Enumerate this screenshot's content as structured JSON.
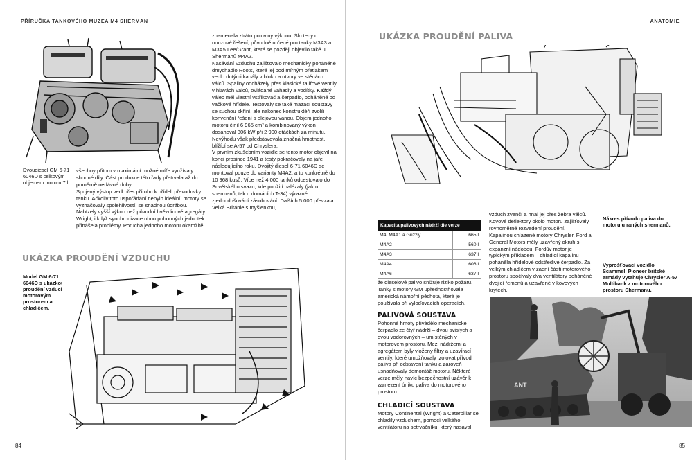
{
  "left_page": {
    "running_head": "PŘÍRUČKA TANKOVÉHO MUZEA M4 SHERMAN",
    "page_number": "84",
    "figure1_caption": "Dvoudiesel GM 6-71 6046D s celkovým objemem motoru 7 l.",
    "column1_text": "všechny přitom v maximální možné míře využívaly shodné díly. Část produkce této řady přetrvala až do poměrně nedávné doby.\n    Spojený výstup vedl přes přírubu k hřídeli převodovky tanku. Ačkoliv toto uspořádání nebylo ideální, motory se vyznačovaly spolehlivostí, se snadnou údržbou. Nabízely vyšší výkon než původní hvězdicové agregáty Wright, i když synchronizace obou pohonných jednotek přinášela problémy. Porucha jednoho motoru okamžitě",
    "column2_text": "znamenala ztrátu poloviny výkonu. Šlo tedy o nouzové řešení, původně určené pro tanky M3A3 a M3A5 Lee/Grant, které se později objevilo také u Shermanů M4A2.\n    Nasávání vzduchu zajišťovalo mechanicky poháněné dmychadlo Roots, které jej pod mírným přetlakem vedlo dutými kanály v bloku a otvory ve stěnách válců. Spaliny odcházely přes klasické talířové ventily v hlavách válců, ovládané vahadly a vodítky. Každý válec měl vlastní vstřikovač a čerpadlo, poháněné od vačkové hřídele. Testovaly se také mazací soustavy se suchou skříní, ale nakonec konstruktéři zvolili konvenční řešení s olejovou vanou. Objem jednoho motoru činil 6 965 cm³ a kombinovaný výkon dosahoval 306 kW při 2 900 otáčkách za minutu. Nevýhodu však představovala značná hmotnost, blížící se A-57 od Chryslera.\n    V prvním zkušebním vozidle se tento motor objevil na konci prosince 1941 a testy pokračovaly na jaře následujícího roku. Dvojitý diesel 6-71 6046D se montoval pouze do varianty M4A2, a to konkrétně do 10 968 kusů. Více než 4 000 tanků odcestovalo do Sovětského svazu, kde použití nalézaly (jak u shermanů, tak u domácích T-34) výrazné zjednodušování zásobování. Dalších 5 000 převzala Velká Británie s myšlenkou,",
    "section_title": "UKÁZKA PROUDĚNÍ VZDUCHU",
    "figure2_caption": "Model GM 6-71 6046D s ukázkou proudění vzduchu motorovým prostorem a chladičem."
  },
  "right_page": {
    "running_head": "ANATOMIE",
    "page_number": "85",
    "section_title": "UKÁZKA PROUDĚNÍ PALIVA",
    "table": {
      "header": "Kapacita palivových nádrží dle verze",
      "rows": [
        {
          "model": "M4, M4A1 a Grizzly",
          "value": "665 l"
        },
        {
          "model": "M4A2",
          "value": "560 l"
        },
        {
          "model": "M4A3",
          "value": "637 l"
        },
        {
          "model": "M4A4",
          "value": "606 l"
        },
        {
          "model": "M4A6",
          "value": "637 l"
        }
      ]
    },
    "column_a_text": "že dieselové palivo snižuje riziko požáru. Tanky s motory GM upřednostňovala americká námořní pěchota, která je používala při vyloďovacích operacích.",
    "subhead_fuel": "PALIVOVÁ SOUSTAVA",
    "fuel_text": "Pohonné hmoty přivádělo mechanické čerpadlo ze čtyř nádrží – dvou svislých a dvou vodorovných – umístěných v motorovém prostoru. Mezi nádržemi a agregátem byly vloženy filtry a uzavírací ventily, které umožňovaly izolovat přívod paliva při odstavení tanku a zároveň usnadňovaly demontáž motoru. Některé verze měly navíc bezpečnostní uzávěr k zamezení úniku paliva do motorového prostoru.",
    "subhead_cooling": "CHLADICÍ SOUSTAVA",
    "cooling_text": "Motory Continental (Wright) a Caterpillar se chladily vzduchem, pomocí velkého ventilátoru na setrvačníku, který nasával",
    "column_b_text": "vzduch zvenčí a hnal jej přes žebra válců. Kovové deflektory okolo motoru zajišťovaly rovnoměrné rozvedení proudění.\n    Kapalinou chlazené motory Chrysler, Ford a General Motors měly uzavřený okruh s expanzní nádobou. Fordův motor je typickým příkladem – chladicí kapalinu poháněla hřídelové odstředivé čerpadlo. Za velkým chladičem v zadní části motorového prostoru spočívaly dva ventilátory poháněné dvojicí řemenů a uzavřené v kovových krytech.",
    "caption_fuel": "Nákres přívodu paliva do motoru u raných shermanů.",
    "caption_photo": "Vyprošťovací vozidlo Scammell Pioneer britské armády vytahuje Chrysler A-57 Multibank z motorového prostoru Shermanu.",
    "photo_tank_marking": "ANT"
  }
}
